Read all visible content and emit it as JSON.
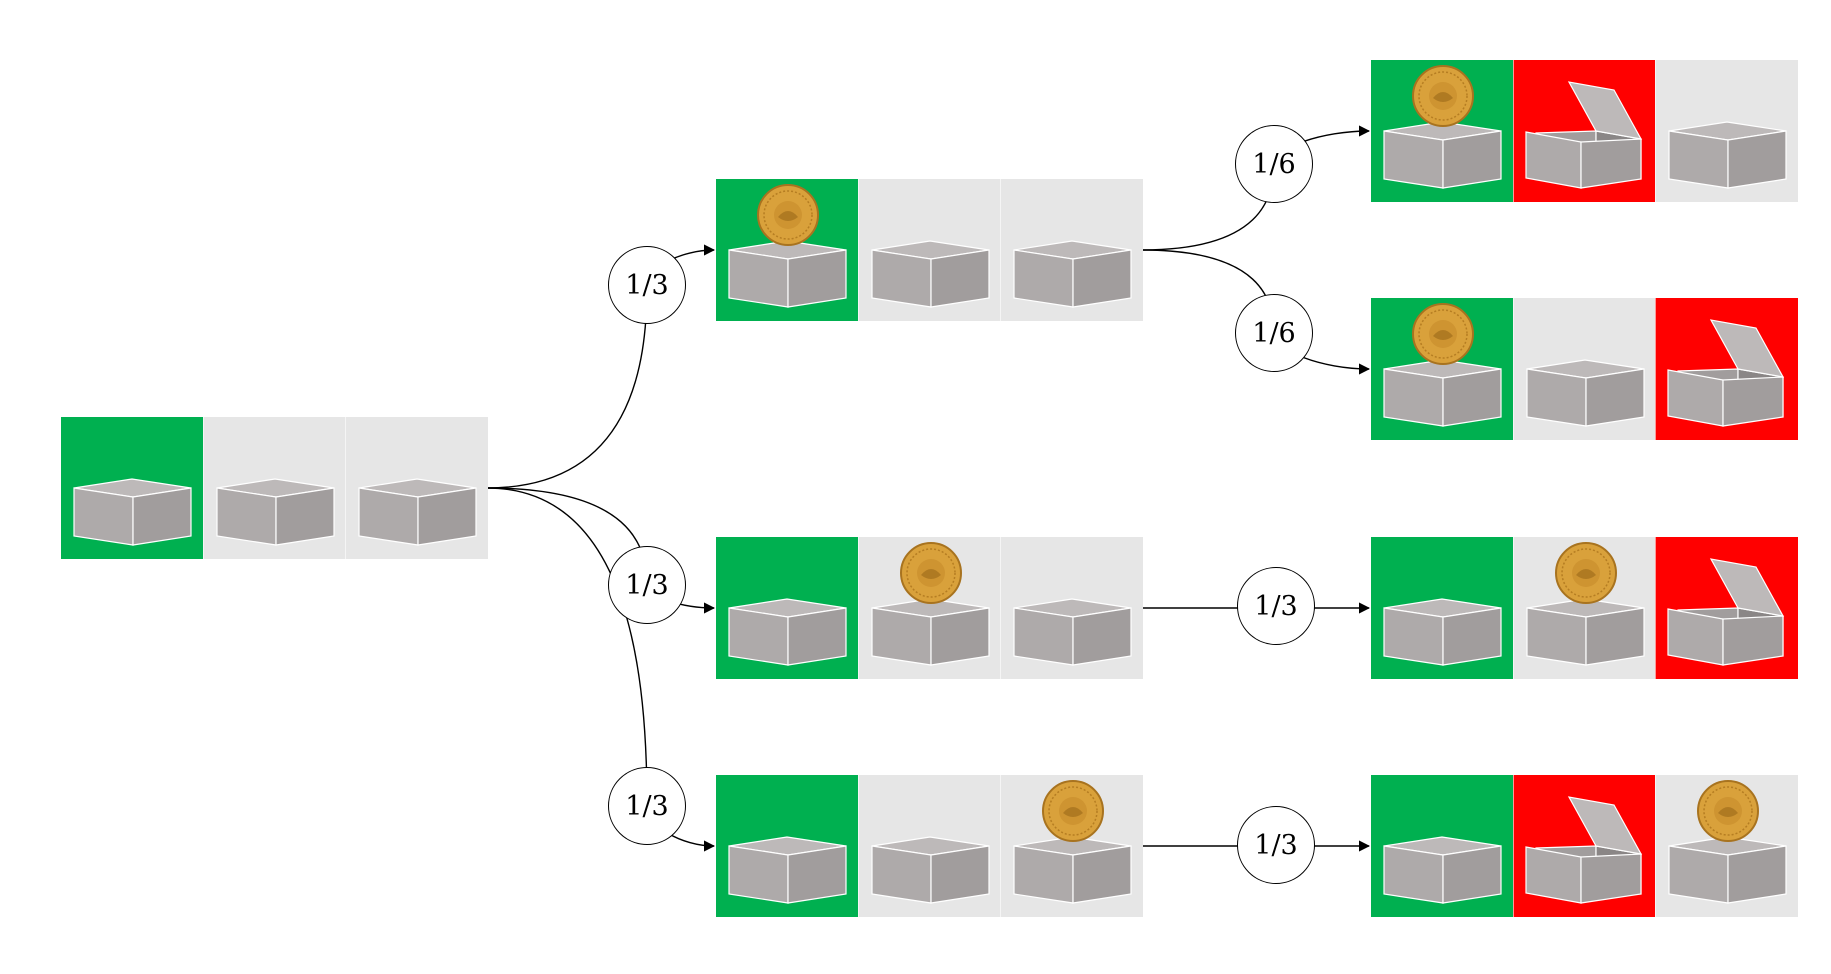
{
  "colors": {
    "chosen": "#00b050",
    "opened": "#ff0000",
    "neutral": "#e6e6e6",
    "box_front": "#aeaaaa",
    "box_side": "#a19d9d",
    "box_top": "#bdb9b9",
    "coin": "#d9a13b",
    "edge": "#000000"
  },
  "nodes": [
    {
      "id": "root",
      "cells": [
        {
          "bg": "chosen",
          "box": "closed",
          "coin": false
        },
        {
          "bg": "neutral",
          "box": "closed",
          "coin": false
        },
        {
          "bg": "neutral",
          "box": "closed",
          "coin": false
        }
      ]
    },
    {
      "id": "a",
      "cells": [
        {
          "bg": "chosen",
          "box": "closed",
          "coin": true
        },
        {
          "bg": "neutral",
          "box": "closed",
          "coin": false
        },
        {
          "bg": "neutral",
          "box": "closed",
          "coin": false
        }
      ]
    },
    {
      "id": "b",
      "cells": [
        {
          "bg": "chosen",
          "box": "closed",
          "coin": false
        },
        {
          "bg": "neutral",
          "box": "closed",
          "coin": true
        },
        {
          "bg": "neutral",
          "box": "closed",
          "coin": false
        }
      ]
    },
    {
      "id": "c",
      "cells": [
        {
          "bg": "chosen",
          "box": "closed",
          "coin": false
        },
        {
          "bg": "neutral",
          "box": "closed",
          "coin": false
        },
        {
          "bg": "neutral",
          "box": "closed",
          "coin": true
        }
      ]
    },
    {
      "id": "a1",
      "cells": [
        {
          "bg": "chosen",
          "box": "closed",
          "coin": true
        },
        {
          "bg": "opened",
          "box": "open",
          "coin": false
        },
        {
          "bg": "neutral",
          "box": "closed",
          "coin": false
        }
      ]
    },
    {
      "id": "a2",
      "cells": [
        {
          "bg": "chosen",
          "box": "closed",
          "coin": true
        },
        {
          "bg": "neutral",
          "box": "closed",
          "coin": false
        },
        {
          "bg": "opened",
          "box": "open",
          "coin": false
        }
      ]
    },
    {
      "id": "b1",
      "cells": [
        {
          "bg": "chosen",
          "box": "closed",
          "coin": false
        },
        {
          "bg": "neutral",
          "box": "closed",
          "coin": true
        },
        {
          "bg": "opened",
          "box": "open",
          "coin": false
        }
      ]
    },
    {
      "id": "c1",
      "cells": [
        {
          "bg": "chosen",
          "box": "closed",
          "coin": false
        },
        {
          "bg": "opened",
          "box": "open",
          "coin": false
        },
        {
          "bg": "neutral",
          "box": "closed",
          "coin": true
        }
      ]
    }
  ],
  "edges": [
    {
      "from": "root",
      "to": "a",
      "label": "1/3"
    },
    {
      "from": "root",
      "to": "b",
      "label": "1/3"
    },
    {
      "from": "root",
      "to": "c",
      "label": "1/3"
    },
    {
      "from": "a",
      "to": "a1",
      "label": "1/6"
    },
    {
      "from": "a",
      "to": "a2",
      "label": "1/6"
    },
    {
      "from": "b",
      "to": "b1",
      "label": "1/3"
    },
    {
      "from": "c",
      "to": "c1",
      "label": "1/3"
    }
  ]
}
